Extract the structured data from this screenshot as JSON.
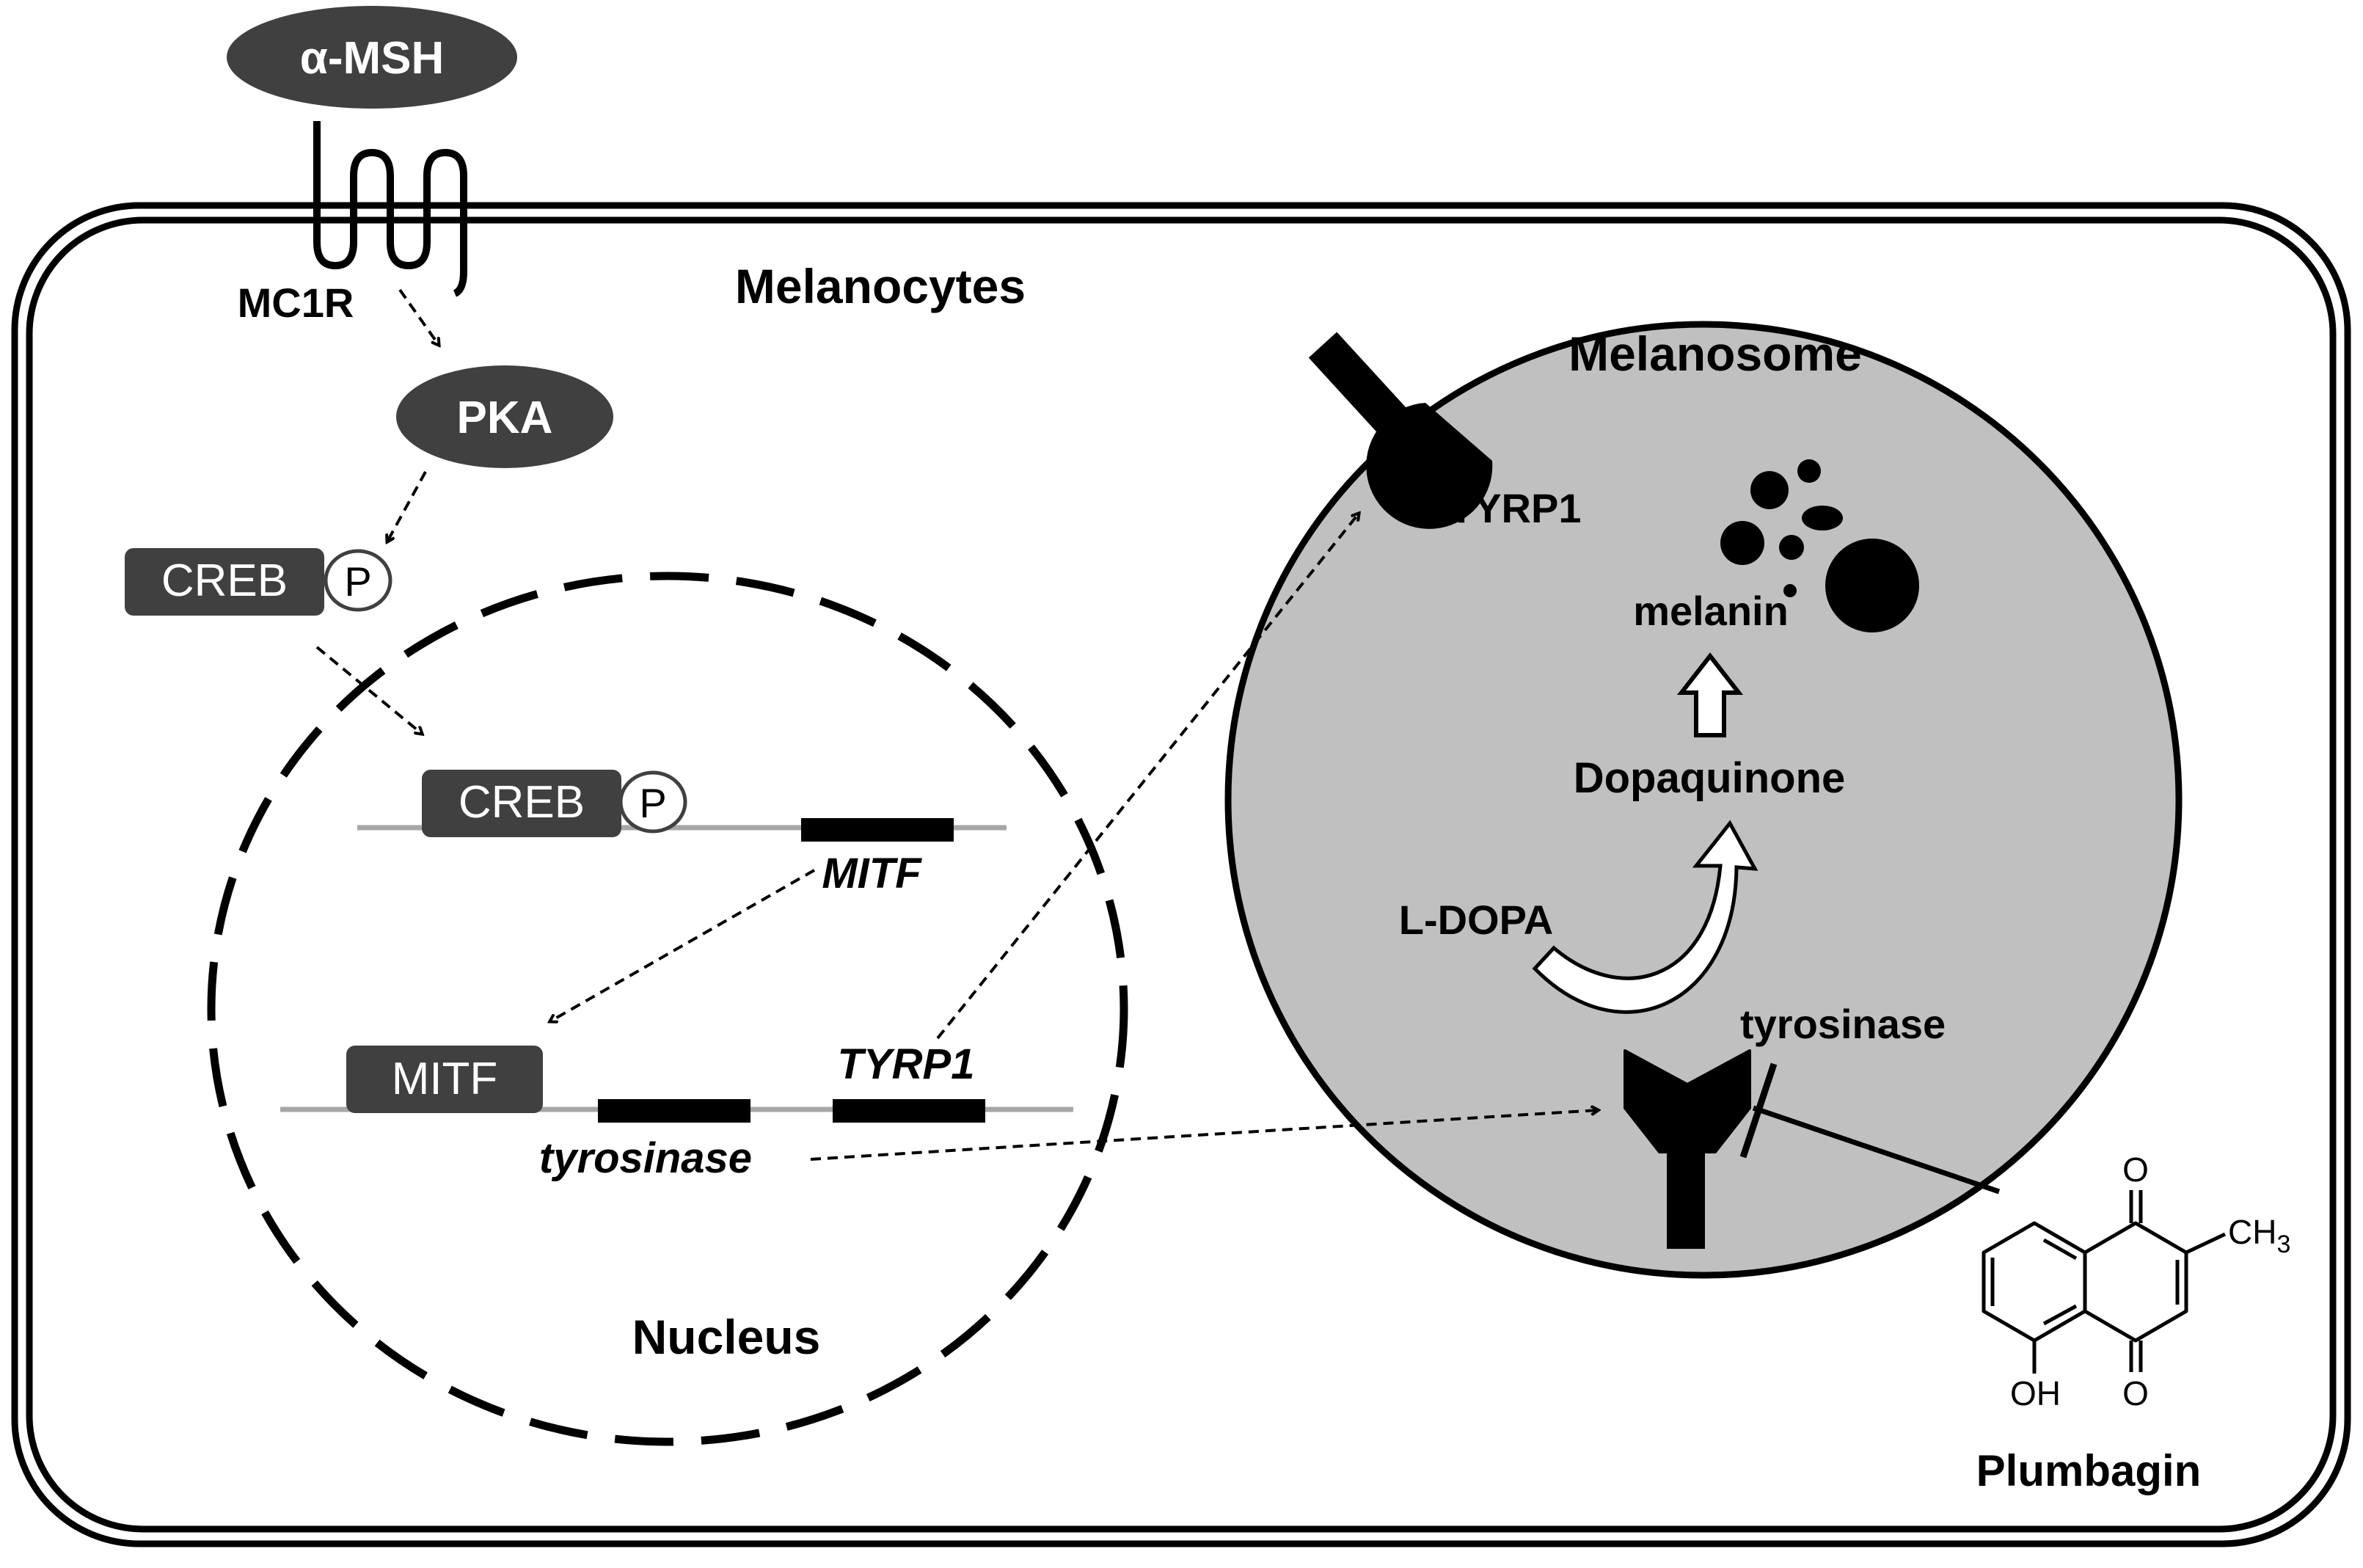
{
  "ligand": {
    "label": "α-MSH"
  },
  "receptor": {
    "label": "MC1R"
  },
  "cell": {
    "label": "Melanocytes"
  },
  "kinase": {
    "label": "PKA"
  },
  "creb_cytoplasm": {
    "label": "CREB",
    "phospho": "P"
  },
  "nucleus": {
    "label": "Nucleus",
    "creb": {
      "label": "CREB",
      "phospho": "P"
    },
    "mitf_gene": {
      "label": "MITF"
    },
    "mitf_protein": {
      "label": "MITF"
    },
    "tyrosinase_gene": {
      "label": "tyrosinase"
    },
    "tyrp1_gene": {
      "label": "TYRP1"
    }
  },
  "melanosome": {
    "label": "Melanosome",
    "tyrp1": {
      "label": "TYRP1"
    },
    "melanin": {
      "label": "melanin"
    },
    "dopaquinone": {
      "label": "Dopaquinone"
    },
    "l_dopa": {
      "label": "L-DOPA"
    },
    "tyrosinase": {
      "label": "tyrosinase"
    }
  },
  "inhibitor": {
    "label": "Plumbagin",
    "atoms": {
      "o_top": "O",
      "ch3": "CH3",
      "o_bottom": "O",
      "oh": "OH"
    }
  },
  "colors": {
    "dark": "#404040",
    "melanosome_fill": "#c0c0c0",
    "gene_line": "#a6a6a6"
  }
}
